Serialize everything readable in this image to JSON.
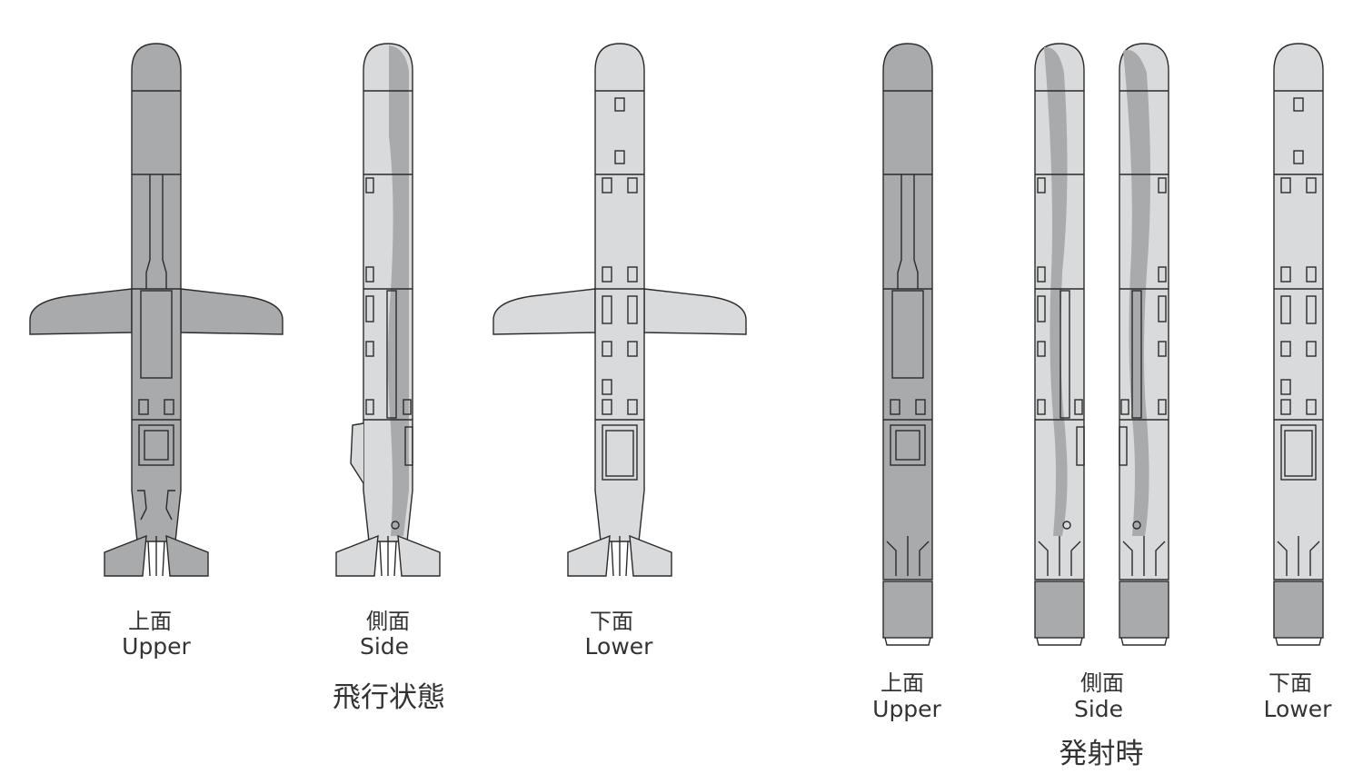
{
  "colors": {
    "dark_body": "#a9aaac",
    "light_body": "#d9dadb",
    "outline": "#2b2b2b",
    "text": "#333333"
  },
  "groups": {
    "flight": {
      "title": "飛行状態",
      "views": [
        {
          "jp": "上面",
          "en": "Upper"
        },
        {
          "jp": "側面",
          "en": "Side"
        },
        {
          "jp": "下面",
          "en": "Lower"
        }
      ]
    },
    "launch": {
      "title": "発射時",
      "views": [
        {
          "jp": "上面",
          "en": "Upper"
        },
        {
          "jp": "側面",
          "en": "Side"
        },
        {
          "jp": "下面",
          "en": "Lower"
        }
      ]
    }
  }
}
